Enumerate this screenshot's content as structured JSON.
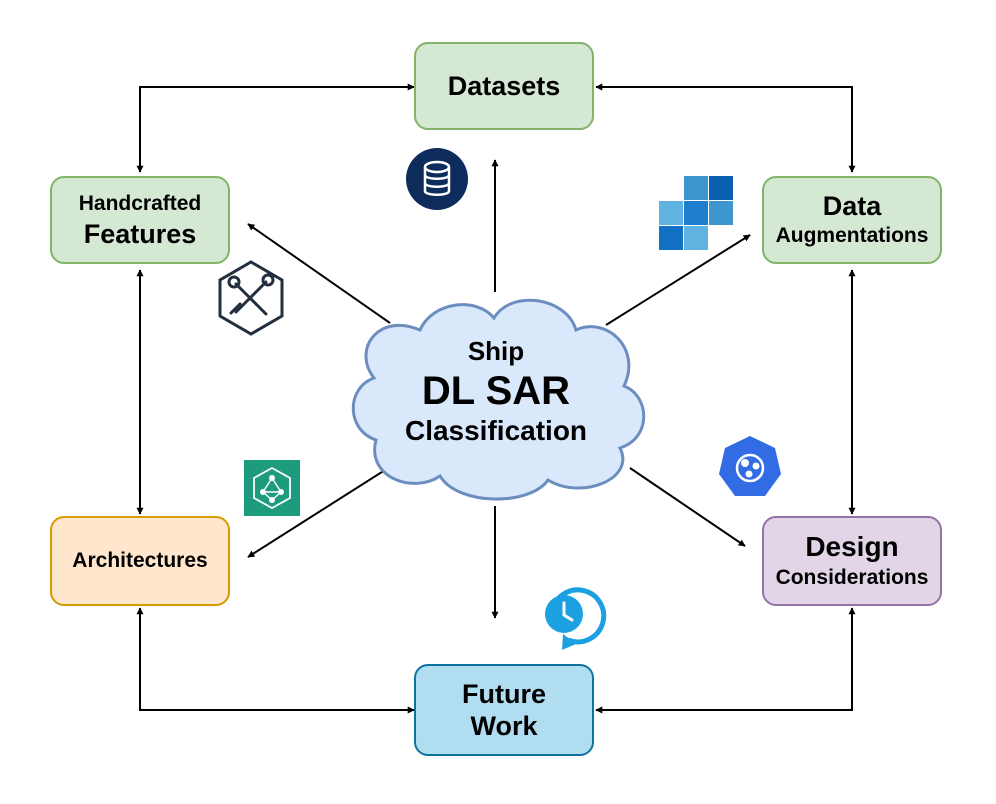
{
  "center": {
    "line1": "Ship",
    "line2": "DL SAR",
    "line3": "Classification"
  },
  "nodes": {
    "datasets": "Datasets",
    "handcrafted_line1": "Handcrafted",
    "handcrafted_line2": "Features",
    "data_aug_line1": "Data",
    "data_aug_line2": "Augmentations",
    "architectures": "Architectures",
    "design_line1": "Design",
    "design_line2": "Considerations",
    "future_line1": "Future",
    "future_line2": "Work"
  },
  "colors": {
    "green_fill": "#d5e8d4",
    "green_stroke": "#82b366",
    "orange_fill": "#ffe6cc",
    "orange_stroke": "#d79b00",
    "purple_fill": "#e1d5e7",
    "purple_stroke": "#9673a6",
    "blue_fill": "#b1ddf0",
    "blue_stroke": "#10739e",
    "cloud_fill": "#dae8fc",
    "cloud_stroke": "#6c8ebf"
  },
  "icons": [
    "database-icon",
    "tools-icon",
    "grid-tiles-icon",
    "neural-network-icon",
    "kubernetes-icon",
    "clock-history-icon"
  ]
}
